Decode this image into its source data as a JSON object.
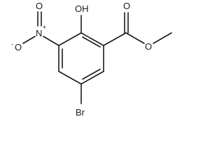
{
  "molecule": {
    "atoms": {
      "hydroxyl": "OH",
      "nitro_n": "N",
      "nitro_n_charge": "+",
      "nitro_o_double": "O",
      "nitro_o_single": "O",
      "nitro_o_charge": "-",
      "carbonyl_o": "O",
      "ester_o": "O",
      "bromine": "Br"
    }
  }
}
